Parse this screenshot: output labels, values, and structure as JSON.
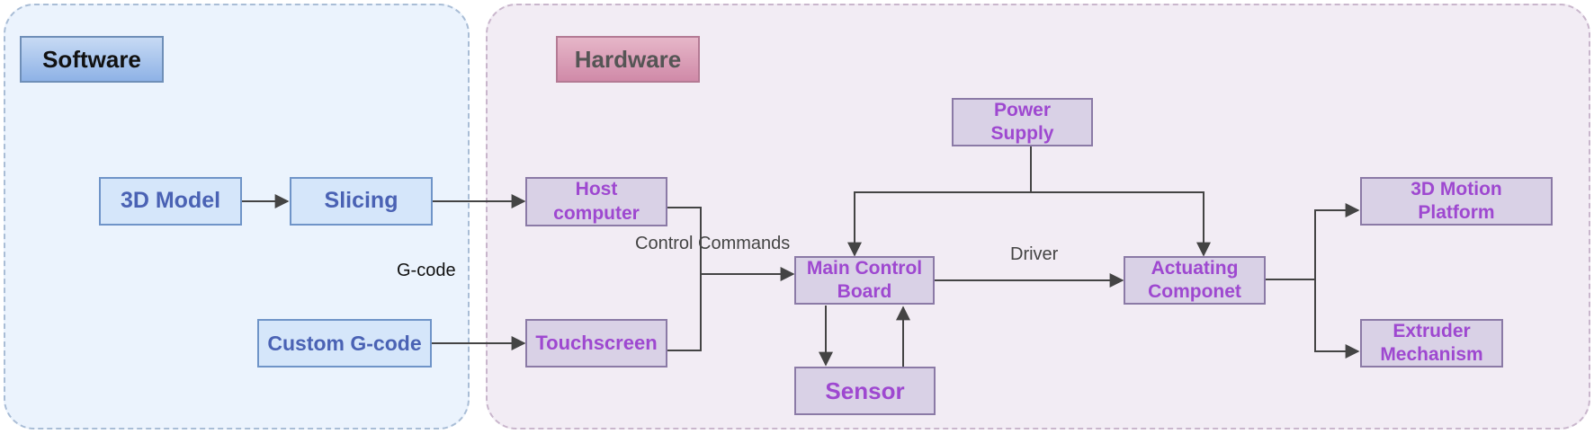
{
  "regions": {
    "software": {
      "title": "Software"
    },
    "hardware": {
      "title": "Hardware"
    }
  },
  "nodes": {
    "model_3d": "3D Model",
    "slicing": "Slicing",
    "custom_gcode": "Custom G-code",
    "host_computer": "Host computer",
    "touchscreen": "Touchscreen",
    "main_control_board": "Main Control Board",
    "sensor": "Sensor",
    "power_supply": "Power Supply",
    "actuating_component": "Actuating Componet",
    "motion_platform": "3D Motion Platform",
    "extruder": "Extruder Mechanism"
  },
  "edge_labels": {
    "gcode": "G-code",
    "control_commands": "Control Commands",
    "driver": "Driver"
  },
  "colors": {
    "software_bg": "#ebf3fd",
    "hardware_bg": "#f2ecf4",
    "software_text": "#4a62b4",
    "hardware_text": "#9e48d0",
    "edge": "#444444"
  }
}
